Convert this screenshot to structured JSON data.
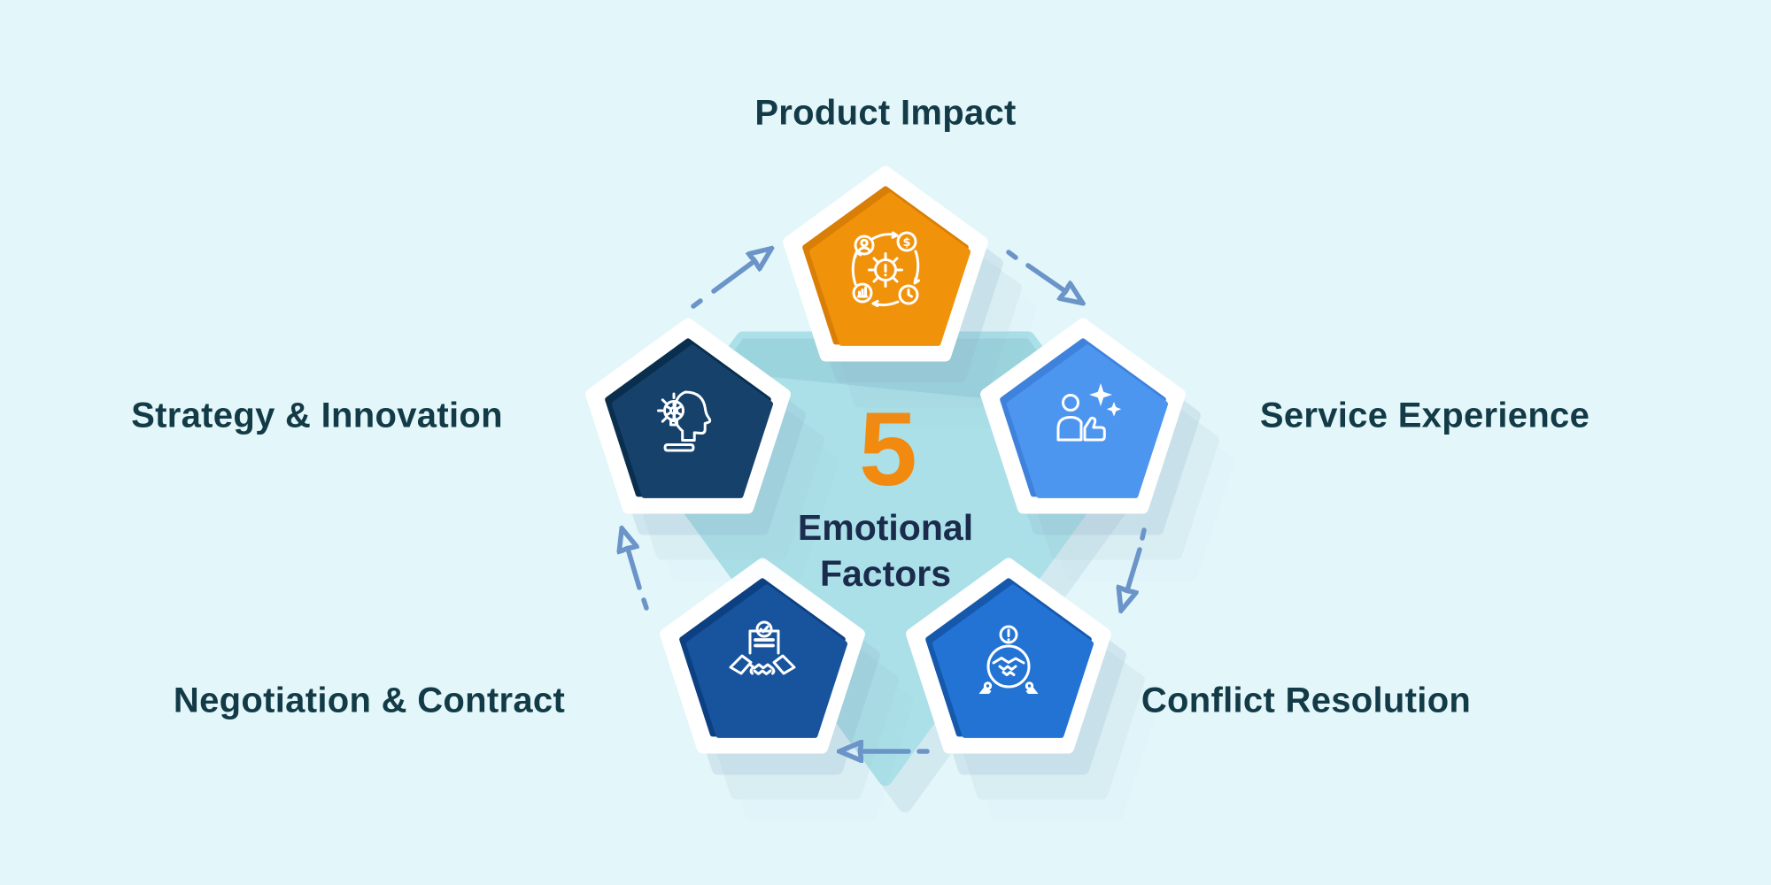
{
  "diagram": {
    "center": {
      "number": "5",
      "title_line1": "Emotional",
      "title_line2": "Factors"
    },
    "factors": [
      {
        "label": "Product Impact",
        "position": "top",
        "fill": "#F1920B",
        "edge": "#D97E06",
        "icon": "product-impact-process-icon"
      },
      {
        "label": "Service Experience",
        "position": "right",
        "fill": "#4D96F0",
        "edge": "#3F82DC",
        "icon": "service-rating-thumbs-up-icon"
      },
      {
        "label": "Conflict Resolution",
        "position": "bottom-right",
        "fill": "#2273D4",
        "edge": "#1659AC",
        "icon": "conflict-warning-handshake-icon"
      },
      {
        "label": "Negotiation & Contract",
        "position": "bottom-left",
        "fill": "#17549D",
        "edge": "#0D4083",
        "icon": "negotiation-contract-handshake-icon"
      },
      {
        "label": "Strategy & Innovation",
        "position": "left",
        "fill": "#15416B",
        "edge": "#0A2F4E",
        "icon": "strategy-idea-head-icon"
      }
    ],
    "flow": [
      {
        "from": "Product Impact",
        "to": "Service Experience"
      },
      {
        "from": "Service Experience",
        "to": "Conflict Resolution"
      },
      {
        "from": "Conflict Resolution",
        "to": "Negotiation & Contract"
      },
      {
        "from": "Negotiation & Contract",
        "to": "Strategy & Innovation"
      },
      {
        "from": "Strategy & Innovation",
        "to": "Product Impact"
      }
    ],
    "colors": {
      "background": "#E3F6FA",
      "centerFill": "#ABE0E8",
      "centerShade": "#9CD4DE",
      "arrow": "#6B94C9",
      "number": "#F28A10",
      "labelColor": "#123B47",
      "centerText": "#1A2B4C",
      "pentagonFrame": "#FFFFFF",
      "iconStroke": "#FFFFFF"
    }
  }
}
